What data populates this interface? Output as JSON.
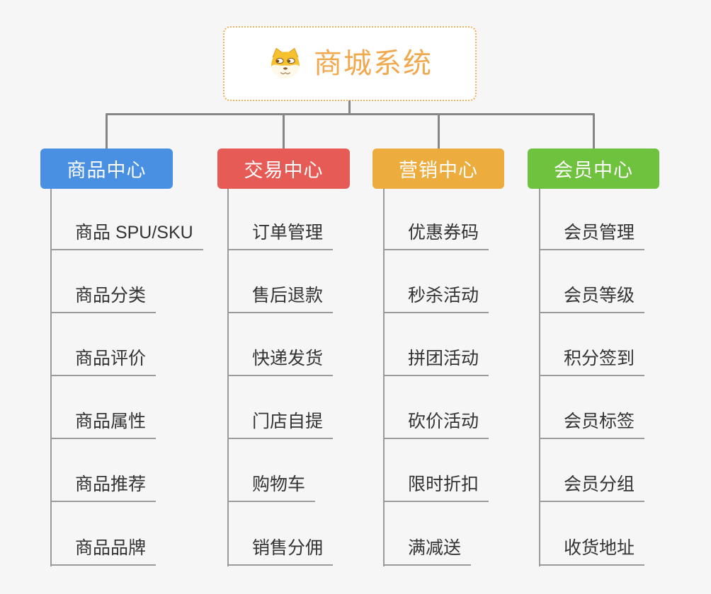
{
  "root": {
    "title": "商城系统",
    "icon": "dog-face-icon",
    "text_color": "#f0a94e",
    "border_color": "#f2b05c"
  },
  "connector_color": "#868686",
  "branches": [
    {
      "label": "商品中心",
      "color": "#4a90e2",
      "items": [
        "商品 SPU/SKU",
        "商品分类",
        "商品评价",
        "商品属性",
        "商品推荐",
        "商品品牌"
      ]
    },
    {
      "label": "交易中心",
      "color": "#e65b55",
      "items": [
        "订单管理",
        "售后退款",
        "快递发货",
        "门店自提",
        "购物车",
        "销售分佣"
      ]
    },
    {
      "label": "营销中心",
      "color": "#ecac3e",
      "items": [
        "优惠券码",
        "秒杀活动",
        "拼团活动",
        "砍价活动",
        "限时折扣",
        "满减送"
      ]
    },
    {
      "label": "会员中心",
      "color": "#6fc23d",
      "items": [
        "会员管理",
        "会员等级",
        "积分签到",
        "会员标签",
        "会员分组",
        "收货地址"
      ]
    }
  ]
}
